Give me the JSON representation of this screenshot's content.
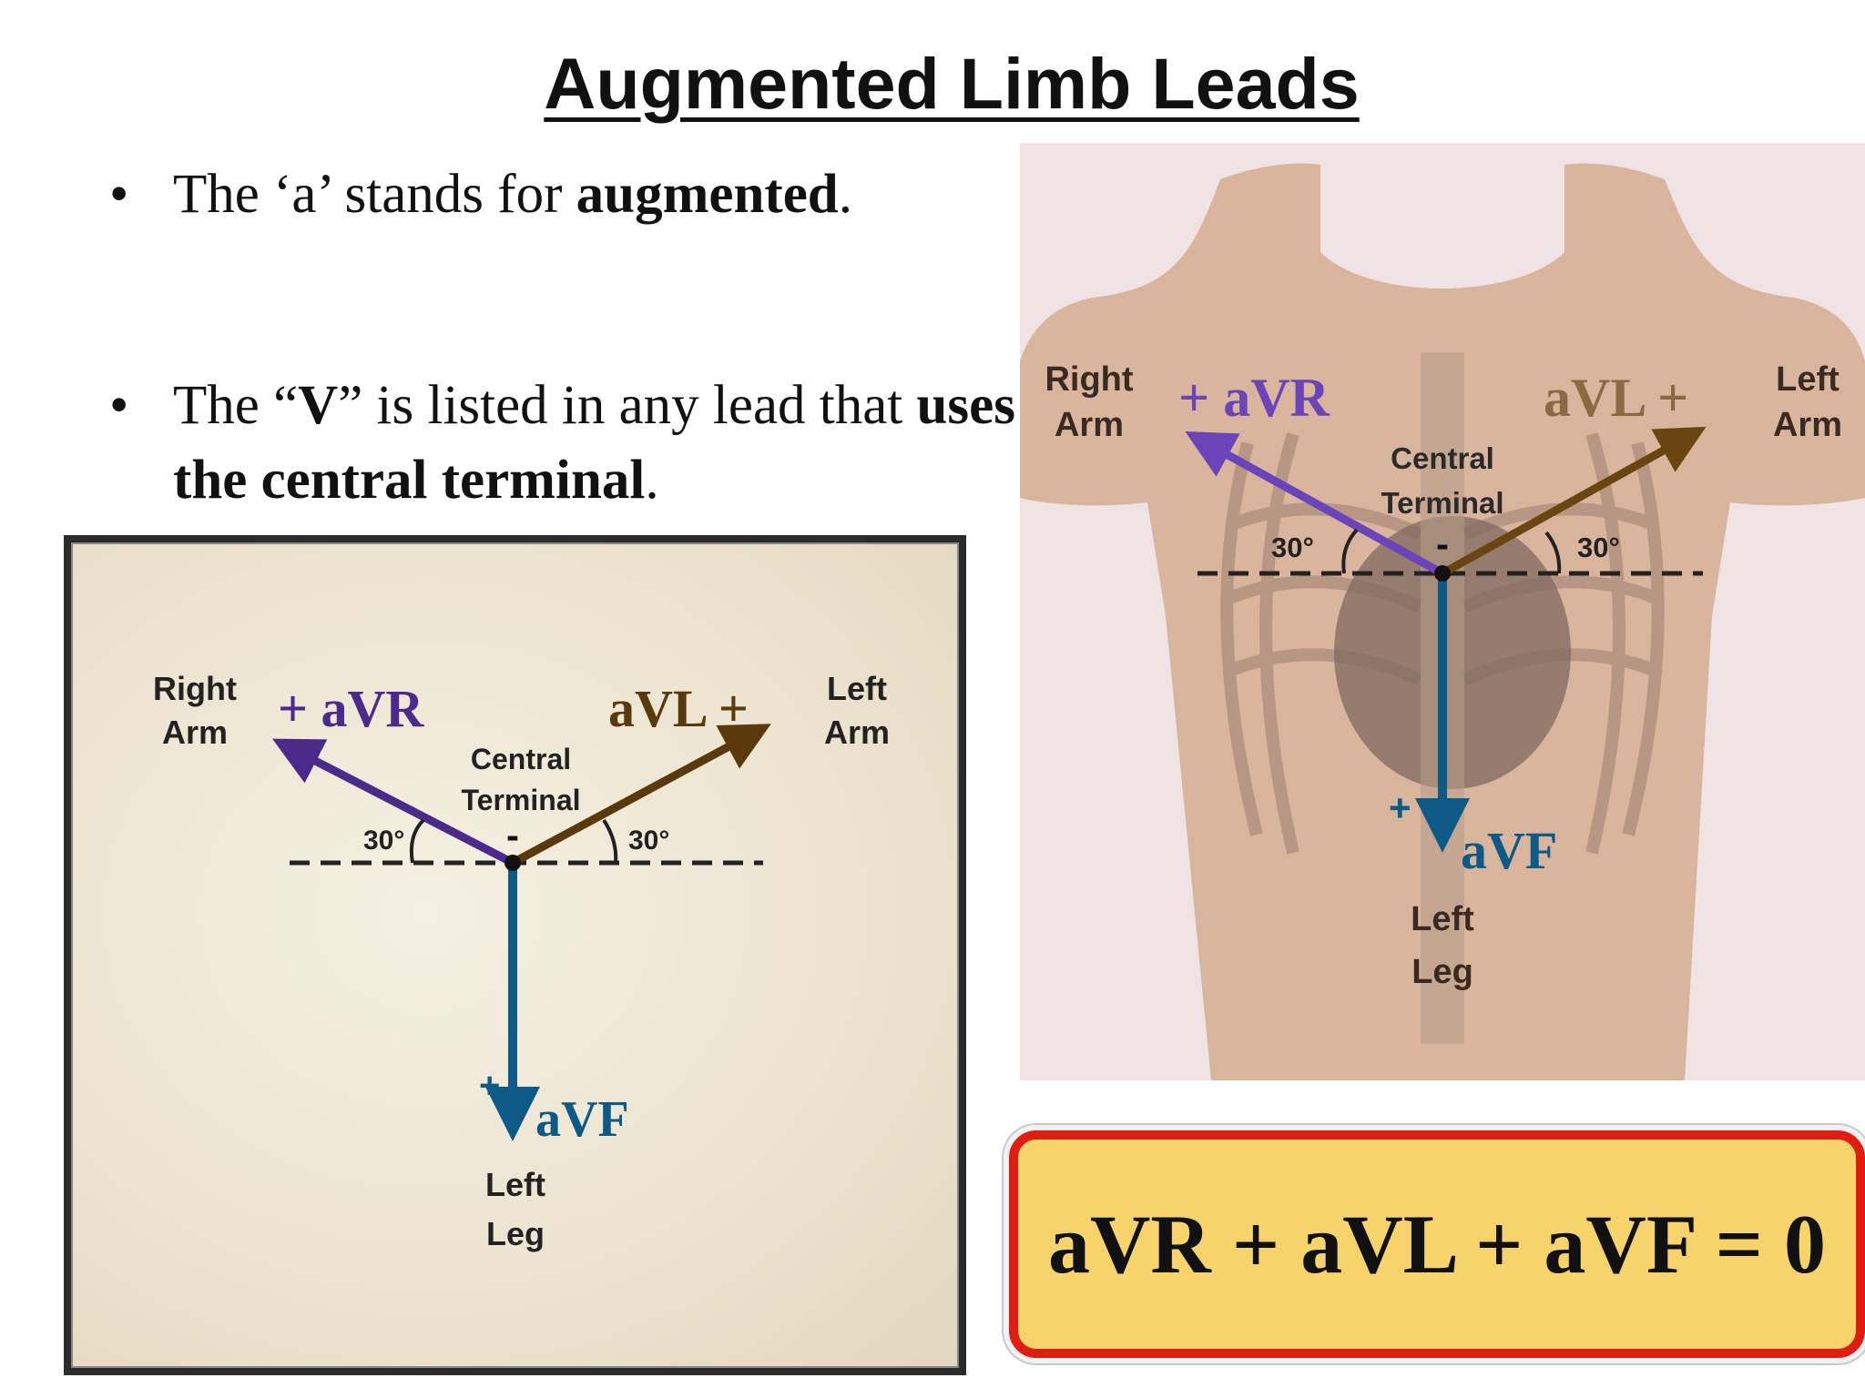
{
  "title": "Augmented Limb Leads",
  "bullets": [
    {
      "marker": "•",
      "parts": [
        {
          "t": "The ‘a’ stands for "
        },
        {
          "t": "augmented",
          "b": true
        },
        {
          "t": "."
        }
      ]
    },
    {
      "marker": "•",
      "parts": [
        {
          "t": "The “"
        },
        {
          "t": "V",
          "b": true
        },
        {
          "t": "” is listed in any lead that "
        },
        {
          "t": "uses the central terminal",
          "b": true
        },
        {
          "t": "."
        }
      ]
    }
  ],
  "diagram": {
    "right_arm": [
      "Right",
      "Arm"
    ],
    "left_arm": [
      "Left",
      "Arm"
    ],
    "left_leg": [
      "Left",
      "Leg"
    ],
    "central_terminal": [
      "Central",
      "Terminal"
    ],
    "avr_label": "+ aVR",
    "avl_label": "aVL +",
    "avf_label": "aVF",
    "avf_plus": "+",
    "minus": "-",
    "angle_left": "30°",
    "angle_right": "30°",
    "colors": {
      "avr": "#4b2a8c",
      "avl": "#5a3a0c",
      "avf": "#0e5a86"
    }
  },
  "equation": "aVR + aVL + aVF = 0"
}
